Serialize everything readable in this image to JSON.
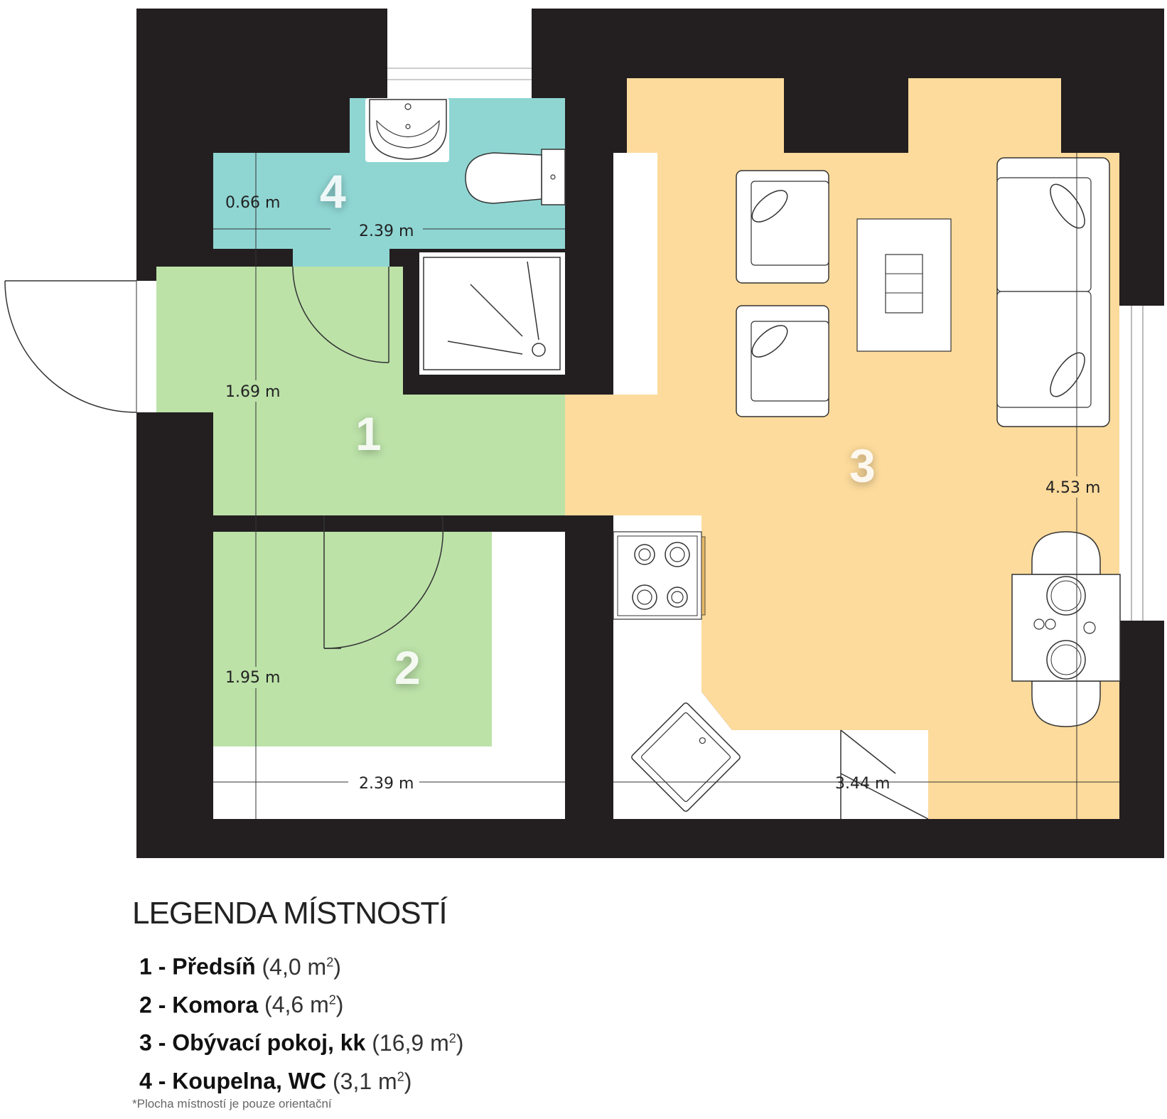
{
  "dimensions": {
    "bath_height": "0.66 m",
    "bath_width": "2.39 m",
    "hall_height": "1.69 m",
    "storage_height": "1.95 m",
    "bottom_left_width": "2.39 m",
    "living_width": "3.44 m",
    "living_height": "4.53 m"
  },
  "room_labels": [
    "1",
    "2",
    "3",
    "4"
  ],
  "legend": {
    "title": "LEGENDA MÍSTNOSTÍ",
    "items": [
      {
        "num": "1 -",
        "name": "Předsíň",
        "area": "(4,0 m",
        "sup": "2",
        "close": ")"
      },
      {
        "num": "2 -",
        "name": "Komora",
        "area": "(4,6 m",
        "sup": "2",
        "close": ")"
      },
      {
        "num": "3 -",
        "name": "Obývací pokoj, kk",
        "area": "(16,9 m",
        "sup": "2",
        "close": ")"
      },
      {
        "num": "4 -",
        "name": "Koupelna, WC",
        "area": "(3,1 m",
        "sup": "2",
        "close": ")"
      }
    ],
    "note": "*Plocha místností je pouze orientační"
  },
  "colors": {
    "wall": "#231f20",
    "hall": "#bce2a8",
    "bath": "#8fd6d3",
    "living": "#fddb9c",
    "furniture": "#ffffff"
  }
}
